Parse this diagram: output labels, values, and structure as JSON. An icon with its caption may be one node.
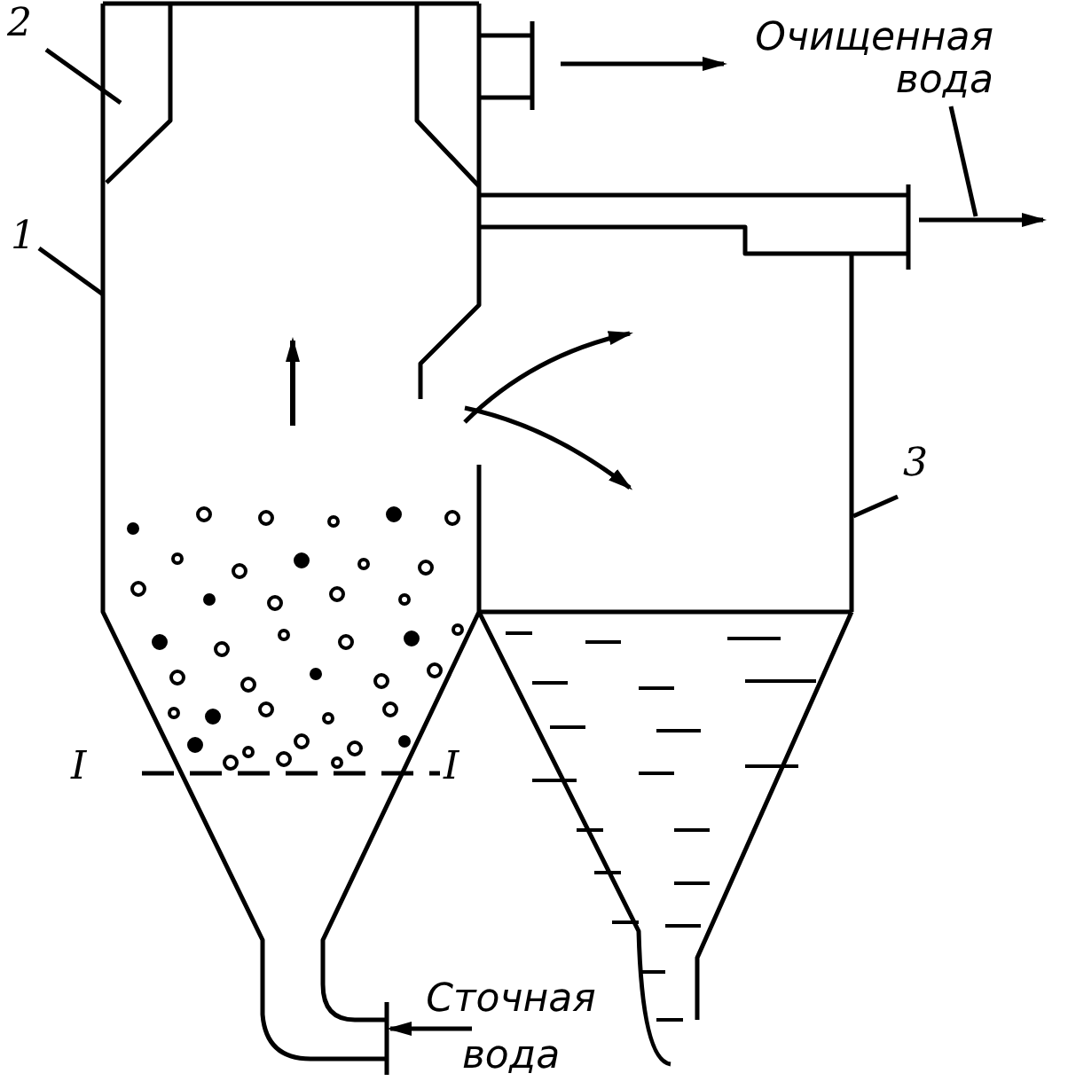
{
  "diagram": {
    "nodes": [
      {
        "text": [
          "2"
        ]
      },
      {
        "text": [
          "1"
        ]
      },
      {
        "text": [
          "3"
        ]
      },
      {
        "text": [],
        "shape": "box"
      },
      {
        "text": [],
        "shape": "box"
      },
      {
        "text": [],
        "shape": "box"
      },
      {
        "text": [
          "Очищенная вода"
        ]
      },
      {
        "text": [
          "Сточная вода"
        ]
      }
    ],
    "edges": [
      {
        "from": 0,
        "to": 4,
        "arrow": "none"
      },
      {
        "from": 1,
        "to": 3,
        "arrow": "none"
      },
      {
        "from": 2,
        "to": 5,
        "arrow": "none"
      },
      {
        "from": 4,
        "to": 6,
        "arrow": "to"
      },
      {
        "from": 5,
        "to": null,
        "arrow": "to"
      },
      {
        "from": 6,
        "to": null,
        "arrow": "none"
      },
      {
        "from": 7,
        "to": 3,
        "arrow": "to"
      },
      {
        "from": 3,
        "to": 5,
        "arrow": "to"
      },
      {
        "from": 3,
        "to": 5,
        "arrow": "to"
      }
    ],
    "labels": [
      "I",
      "I"
    ]
  }
}
